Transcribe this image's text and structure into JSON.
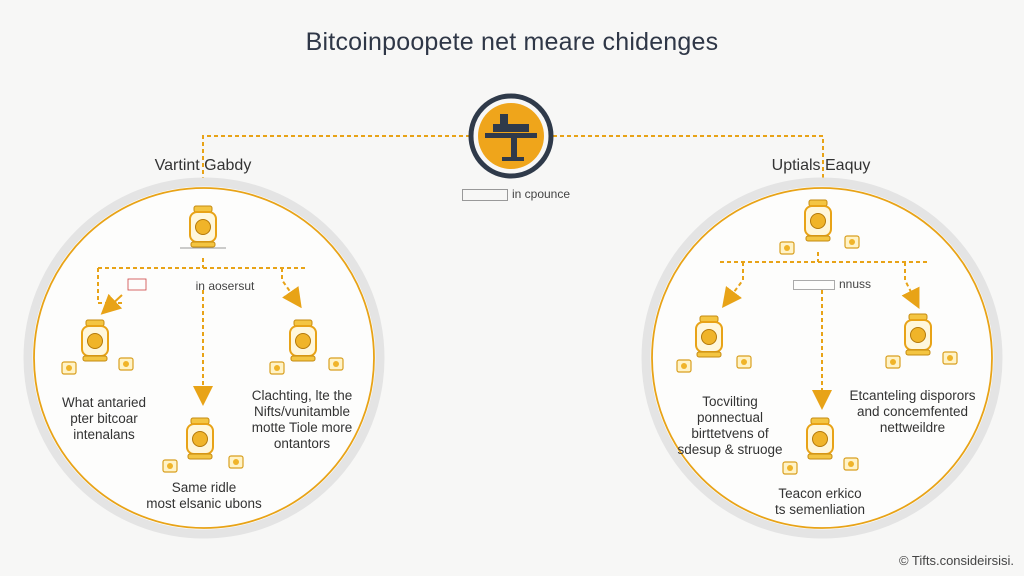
{
  "title": "Bitcoinpoopete net meare chidenges",
  "center": {
    "caption": "in cpounce"
  },
  "left": {
    "heading": "Vartint Gabdy",
    "branch_label": "in aosersut",
    "left_text": [
      "What antaried",
      "pter bitcoar",
      "intenalans"
    ],
    "right_text": [
      "Clachting, lte the",
      "Nifts/vunitamble",
      "motte Tiole more",
      "ontantors"
    ],
    "bottom_text": [
      "Same ridle",
      "most elsanic ubons"
    ]
  },
  "right": {
    "heading": "Uptials Eaquy",
    "branch_label": "nnuss",
    "left_text": [
      "Tocvilting",
      "ponnectual",
      "birttetvens of",
      "sdesup & struoge"
    ],
    "right_text": [
      "Etcanteling disporors",
      "and concemfented",
      "nettweildre"
    ],
    "bottom_text": [
      "Teacon erkico",
      "ts semenliation"
    ]
  },
  "footer": {
    "copyright": "© Tifts.consideirsisi."
  },
  "colors": {
    "accent": "#e8a317",
    "circle_fill": "#fdfdfc",
    "circle_ring": "#e2e2e2",
    "hub_dark": "#2f3a4a"
  }
}
